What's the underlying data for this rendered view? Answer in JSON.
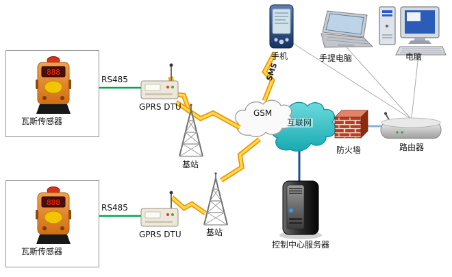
{
  "diagram": {
    "labels": {
      "phone": "手机",
      "laptop": "手提电脑",
      "desktop": "电脑",
      "rs485": "RS485",
      "gprs_dtu": "GPRS DTU",
      "base_station": "基站",
      "gsm": "GSM",
      "sms": "SMS",
      "internet": "互联网",
      "firewall": "防火墙",
      "router": "路由器",
      "server": "控制中心服务器",
      "gas_sensor": "瓦斯传感器",
      "sensor_display": "888"
    },
    "colors": {
      "rs485_line": "#00a651",
      "lan_line": "#85b4dc",
      "server_line": "#1d4f93",
      "wireless_line": "#a8a8a8",
      "lightning_fill": "#ffd94f",
      "lightning_edge": "#ef9400",
      "gsm_cloud": "#fafafa",
      "internet_cloud": "#35c4c8",
      "firewall_brick": "#bf3a1e"
    },
    "icons": [
      "gas-sensor-icon",
      "gprs-dtu-icon",
      "base-station-tower-icon",
      "lightning-bolt-icon",
      "gsm-cloud-icon",
      "internet-cloud-icon",
      "firewall-icon",
      "router-icon",
      "server-icon",
      "pda-phone-icon",
      "laptop-icon",
      "desktop-computer-icon"
    ]
  }
}
